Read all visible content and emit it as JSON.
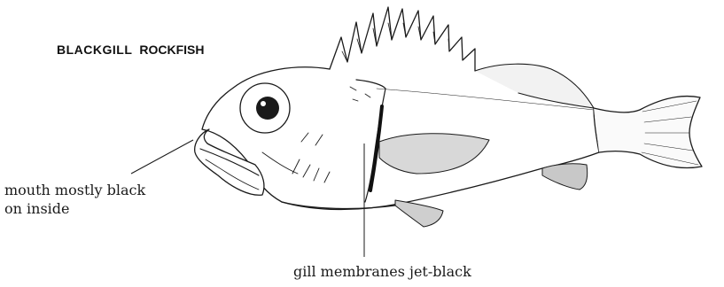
{
  "title": {
    "word1": "BLACKGILL",
    "word2": "ROCKFISH"
  },
  "labels": {
    "mouth_line1": "mouth mostly black",
    "mouth_line2": "on inside",
    "gill": "gill membranes jet-black"
  },
  "colors": {
    "ink": "#1a1a1a",
    "background": "#ffffff",
    "fin_shade": "#d8d8d8"
  }
}
